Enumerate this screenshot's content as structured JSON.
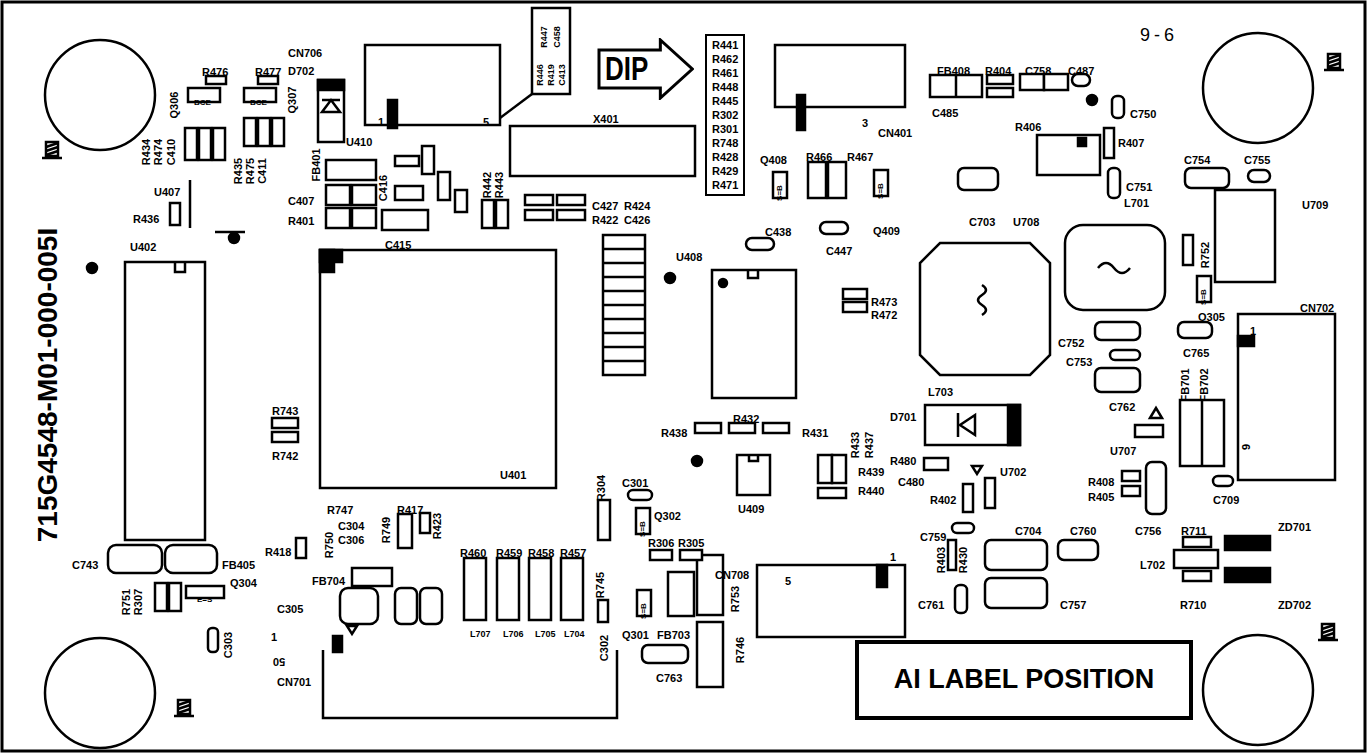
{
  "diagram": {
    "nodes": [
      {
        "text": [
          "DIP"
        ]
      },
      {
        "text": [
          "R441",
          "R462",
          "R461",
          "R448",
          "R445",
          "R302",
          "R301",
          "R748",
          "R428",
          "R429",
          "R471"
        ]
      },
      {
        "text": [
          "AI LABEL POSITION"
        ]
      }
    ],
    "labels": [
      "9-6",
      "715G4548-M01-000-005I",
      "R476",
      "R477",
      "Q306",
      "BCE",
      "Q307",
      "BCE",
      "R434",
      "R474",
      "C410",
      "R435",
      "R475",
      "C411",
      "CN706",
      "D702",
      "1",
      "5",
      "U410",
      "FB401",
      "C416",
      "C407",
      "R401",
      "C415",
      "U407",
      "R436",
      "U402",
      "R446",
      "R419",
      "C413",
      "R447",
      "C458",
      "X401",
      "R442",
      "R443",
      "C427",
      "R424",
      "R422",
      "C426",
      "Q408",
      "S=B",
      "R466",
      "R467",
      "S=B",
      "Q409",
      "C438",
      "C447",
      "U408",
      "R473",
      "R472",
      "3",
      "CN401",
      "FB408",
      "R404",
      "C758",
      "C487",
      "C485",
      "R406",
      "C750",
      "R407",
      "C754",
      "C755",
      "C751",
      "L701",
      "C703",
      "U708",
      "U709",
      "R752",
      "S=B",
      "Q305",
      "CN702",
      "1",
      "C752",
      "C753",
      "C765",
      "C762",
      "L703",
      "FB701",
      "FB702",
      "9",
      "R743",
      "R742",
      "R438",
      "R432",
      "R431",
      "D701",
      "R433",
      "R437",
      "U707",
      "R480",
      "C480",
      "U702",
      "R439",
      "R440",
      "R402",
      "R408",
      "R405",
      "C709",
      "U401",
      "C301",
      "R304",
      "Q302",
      "U409",
      "R747",
      "R417",
      "R750",
      "C304",
      "C306",
      "R749",
      "R423",
      "R418",
      "R460",
      "R459",
      "R458",
      "R457",
      "R306",
      "R305",
      "C759",
      "C704",
      "C760",
      "C756",
      "R711",
      "ZD701",
      "C743",
      "FB405",
      "CN708",
      "5",
      "1",
      "R403",
      "R430",
      "L702",
      "FB704",
      "Q304",
      "E=S",
      "R745",
      "R753",
      "R751",
      "R307",
      "C305",
      "C761",
      "C757",
      "R710",
      "ZD702",
      "L707",
      "L706",
      "L705",
      "L704",
      "1",
      "Q301",
      "S=B",
      "FB703",
      "C302",
      "C303",
      "R746",
      "50",
      "CN701",
      "C763",
      "S=B"
    ]
  }
}
